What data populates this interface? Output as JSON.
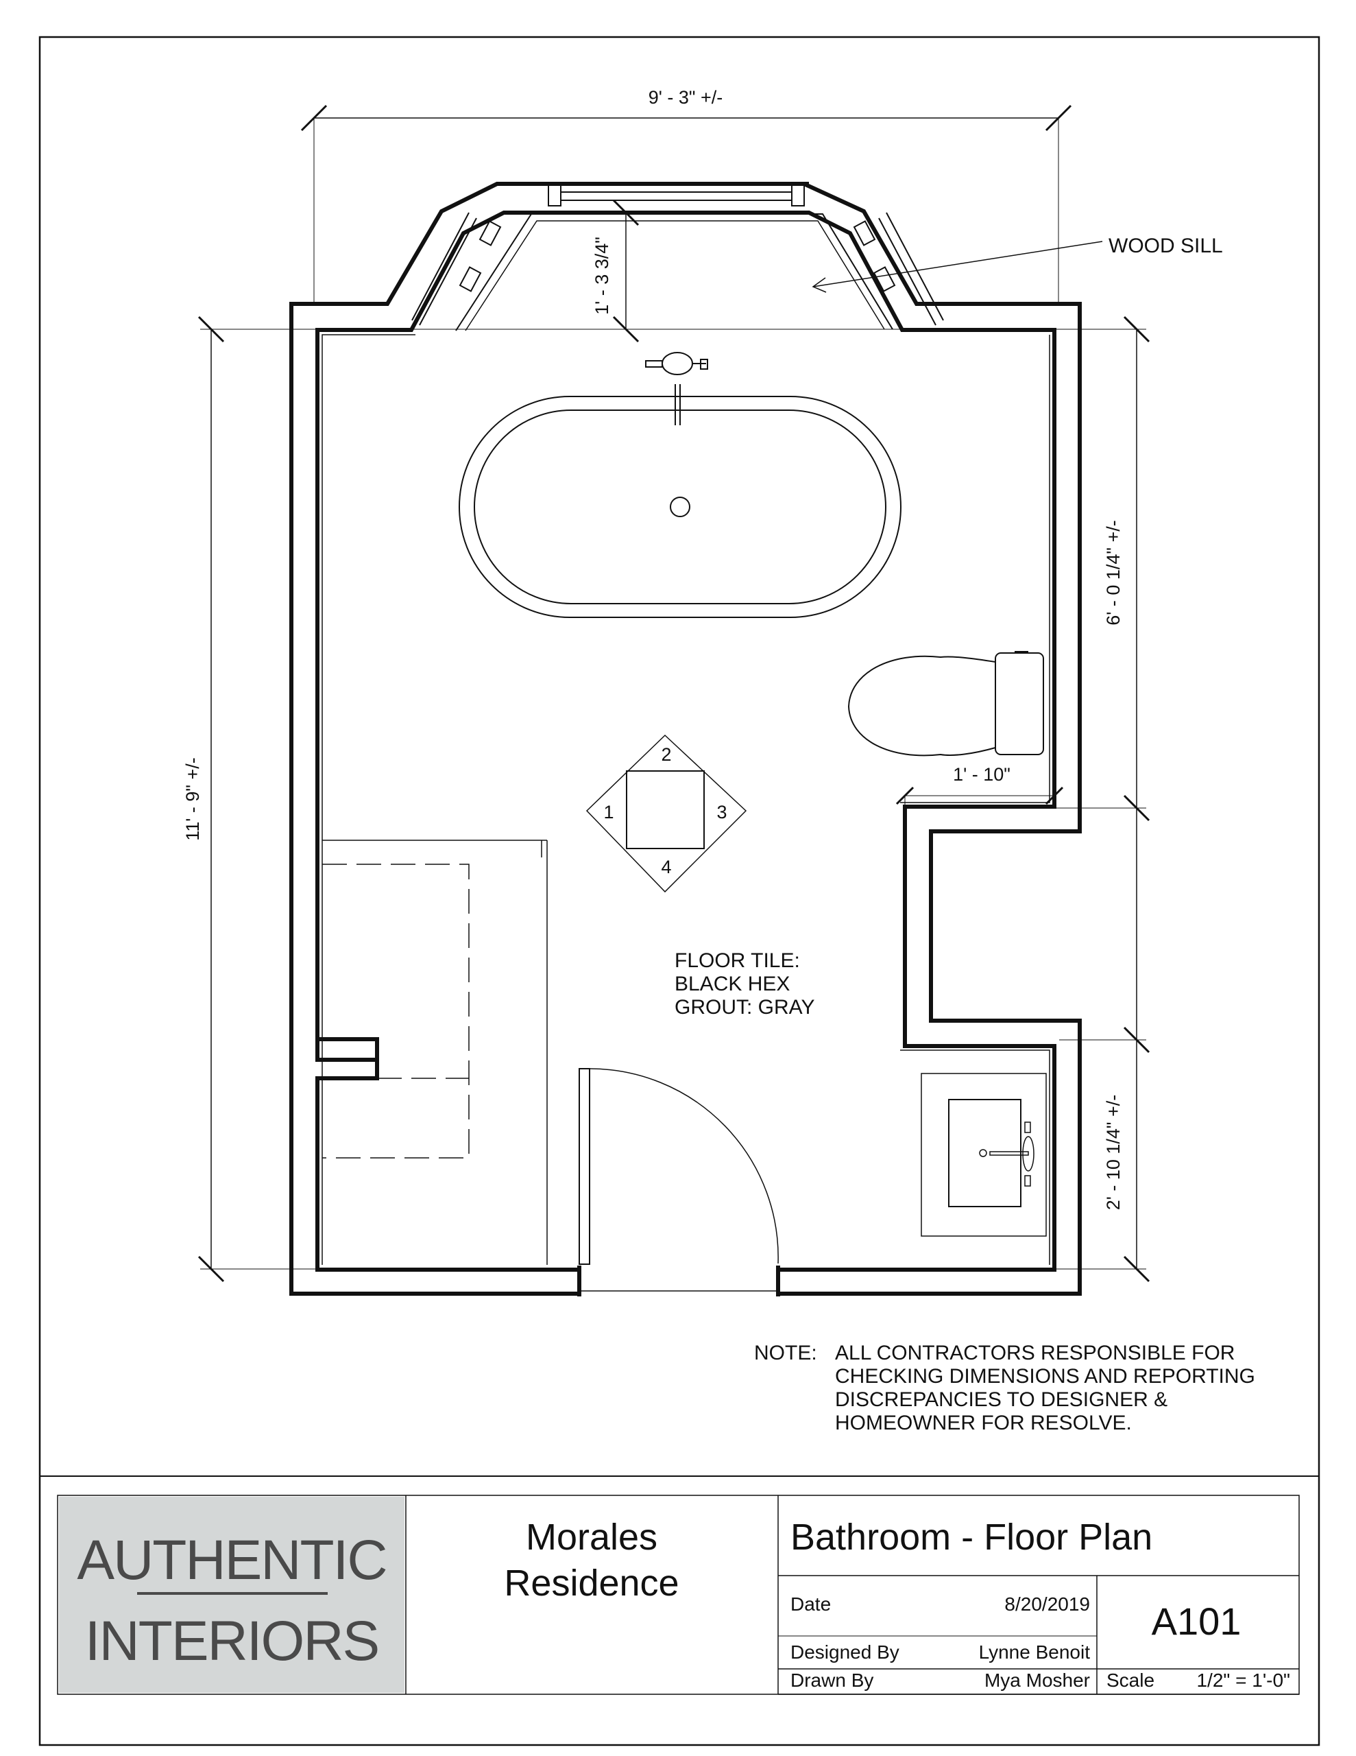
{
  "dimensions": {
    "overall_width": "9' - 3\" +/-",
    "overall_length": "11' - 9\" +/-",
    "bay_depth": "1' - 3 3/4\"",
    "upper_right": "6' - 0 1/4\" +/-",
    "lower_right": "2' - 10 1/4\" +/-",
    "toilet_depth": "1' - 10\""
  },
  "labels": {
    "wood_sill": "WOOD SILL",
    "floor_tile": [
      "FLOOR TILE:",
      "BLACK HEX",
      "GROUT: GRAY"
    ],
    "tile_diagram": [
      "1",
      "2",
      "3",
      "4"
    ]
  },
  "note": {
    "prefix": "NOTE:",
    "lines": [
      "ALL CONTRACTORS RESPONSIBLE FOR",
      "CHECKING DIMENSIONS AND REPORTING",
      "DISCREPANCIES TO DESIGNER &",
      "HOMEOWNER FOR RESOLVE."
    ]
  },
  "title_block": {
    "logo_top": "AUTHENTIC",
    "logo_bottom": "INTERIORS",
    "project": [
      "Morales",
      "Residence"
    ],
    "sheet_title": "Bathroom - Floor Plan",
    "date_label": "Date",
    "date_value": "8/20/2019",
    "designed_by_label": "Designed By",
    "designed_by_value": "Lynne Benoit",
    "drawn_by_label": "Drawn By",
    "drawn_by_value": "Mya Mosher",
    "sheet_number": "A101",
    "scale_label": "Scale",
    "scale_value": "1/2\" = 1'-0\""
  },
  "colors": {
    "line": "#111111",
    "logo_bg": "#d4d7d7",
    "logo_text": "#4a4a4a"
  }
}
